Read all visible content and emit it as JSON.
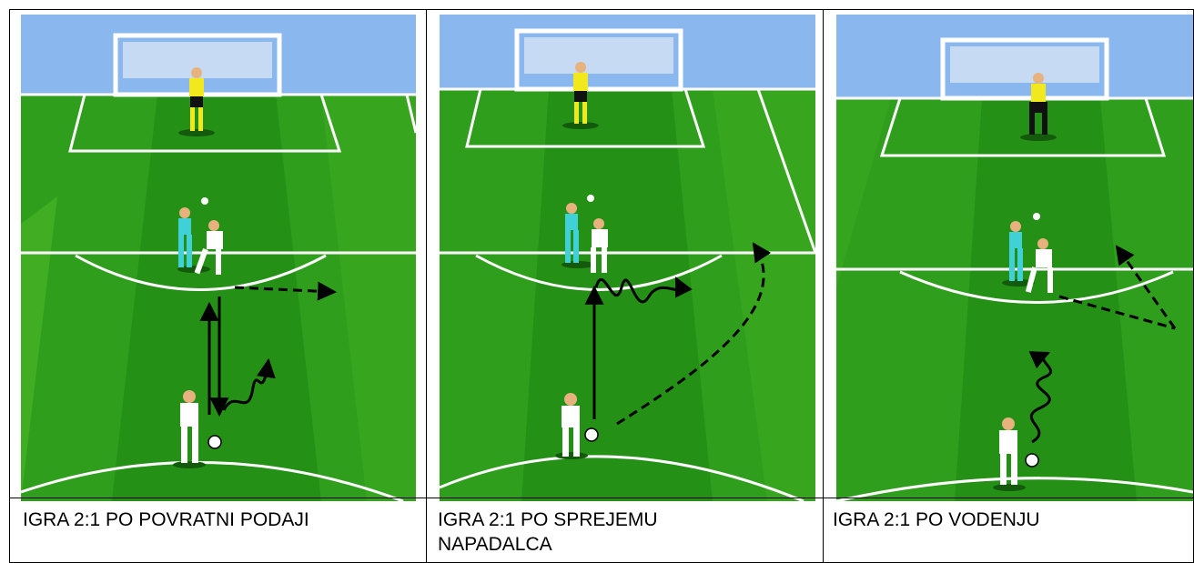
{
  "panels": [
    {
      "caption": "IGRA 2:1 PO POVRATNI PODAJI"
    },
    {
      "caption": "IGRA 2:1 PO SPREJEMU NAPADALCA"
    },
    {
      "caption": "IGRA 2:1 PO VODENJU"
    }
  ],
  "colors": {
    "sky": "#8ab8ee",
    "grass_light": "#3aa820",
    "grass_dark": "#1e8c14",
    "lines": "#ffffff",
    "goalkeeper": "#f2e81e",
    "defender": "#3fd0d8",
    "attacker": "#ffffff",
    "arrows": "#000000"
  }
}
